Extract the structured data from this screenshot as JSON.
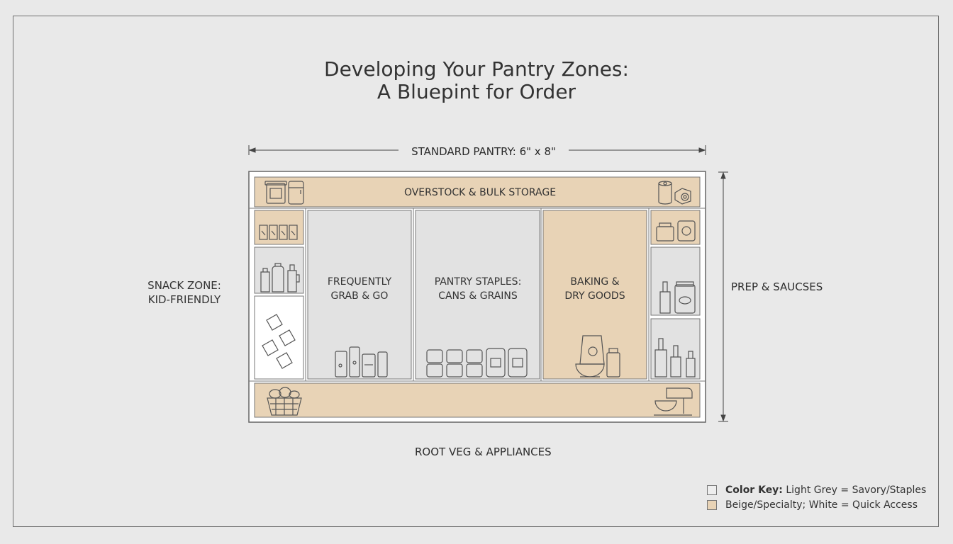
{
  "title": {
    "line1": "Developing Your Pantry Zones:",
    "line2": "A Bluepint for Order"
  },
  "dimensions": {
    "width_label": "STANDARD PANTRY: 6\" x 8\""
  },
  "zones": {
    "top": "OVERSTOCK & BULK STORAGE",
    "frequent_line1": "FREQUENTLY",
    "frequent_line2": "GRAB & GO",
    "staples_line1": "PANTRY STAPLES:",
    "staples_line2": "CANS & GRAINS",
    "baking_line1": "BAKING &",
    "baking_line2": "DRY GOODS",
    "snack_line1": "SNACK ZONE:",
    "snack_line2": "KID-FRIENDLY",
    "prep": "PREP & SAUCSES",
    "bottom": "ROOT VEG & APPLIANCES"
  },
  "color_key": {
    "row1_bold": "Color Key:",
    "row1_rest": " Light Grey = Savory/Staples",
    "row2": "Beige/Specialty; White = Quick Access"
  },
  "colors": {
    "grey": "#e2e2e2",
    "beige": "#e8d3b6",
    "white": "#ffffff",
    "line": "#5a5a5a"
  },
  "icons": [
    "canister-icon",
    "fridge-box-icon",
    "paper-towel-icon",
    "tape-roll-icon",
    "snack-jars-icon",
    "snack-bottles-icon",
    "snack-packets-icon",
    "grab-go-jars-icon",
    "cans-stack-icon",
    "flour-bag-icon",
    "mixing-bowl-icon",
    "prep-containers-icon",
    "sauce-bottles-icon",
    "oil-bottles-icon",
    "produce-basket-icon",
    "stand-mixer-icon"
  ]
}
